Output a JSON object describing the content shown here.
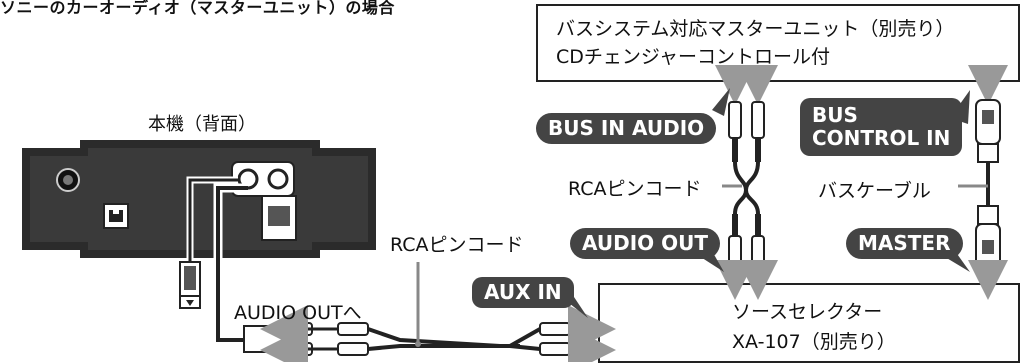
{
  "title": "ソニーのカーオーディオ（マスターユニット）の場合",
  "master_unit": {
    "line1": "バスシステム対応マスターユニット（別売り）",
    "line2": "CDチェンジャーコントロール付"
  },
  "main_unit_label": "本機（背面）",
  "badges": {
    "bus_in_audio": "BUS IN AUDIO",
    "bus_control_in_1": "BUS",
    "bus_control_in_2": "CONTROL IN",
    "audio_out": "AUDIO OUT",
    "master": "MASTER",
    "aux_in": "AUX IN"
  },
  "labels": {
    "rca_cord_upper": "RCAピンコード",
    "bus_cable": "バスケーブル",
    "rca_cord_lower": "RCAピンコード",
    "audio_out_to": "AUDIO OUTへ"
  },
  "source_selector": {
    "line1": "ソースセレクター",
    "line2": "XA-107（別売り）"
  }
}
